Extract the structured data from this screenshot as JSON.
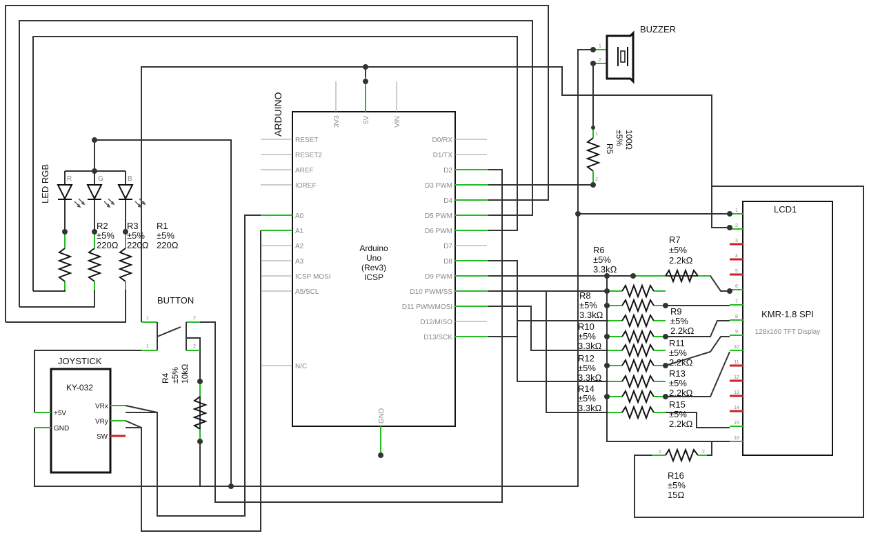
{
  "arduino": {
    "title": "ARDUINO",
    "name_line1": "Arduino",
    "name_line2": "Uno",
    "name_line3": "(Rev3)",
    "name_line4": "ICSP",
    "top_pins": [
      "3V3",
      "5V",
      "VIN"
    ],
    "left_pins": [
      "RESET",
      "RESET2",
      "AREF",
      "IOREF",
      "A0",
      "A1",
      "A2",
      "A3",
      "ICSP MOSI",
      "A5/SCL",
      "N/C"
    ],
    "right_pins": [
      "D0/RX",
      "D1/TX",
      "D2",
      "D3 PWM",
      "D4",
      "D5 PWM",
      "D6 PWM",
      "D7",
      "D8",
      "D9 PWM",
      "D10 PWM/SS",
      "D11 PWM/MOSI",
      "D12/MISO",
      "D13/SCK"
    ],
    "bottom_pin": "GND"
  },
  "buzzer": {
    "title": "BUZZER",
    "pin1": "1",
    "pin2": "2"
  },
  "led": {
    "title": "LED RGB",
    "channels": [
      "R",
      "G",
      "B"
    ]
  },
  "button": {
    "title": "BUTTON",
    "pin1a": "1",
    "pin1b": "1",
    "pin2a": "2",
    "pin2b": "2"
  },
  "joystick": {
    "title": "JOYSTICK",
    "model": "KY-032",
    "pins": [
      "+5V",
      "GND",
      "VRx",
      "VRy",
      "SW"
    ]
  },
  "lcd": {
    "title": "LCD1",
    "model": "KMR-1.8 SPI",
    "subtitle": "128x160 TFT Display",
    "pins": [
      "1",
      "2",
      "3",
      "4",
      "5",
      "6",
      "7",
      "8",
      "9",
      "10",
      "11",
      "12",
      "13",
      "14",
      "15",
      "16"
    ]
  },
  "resistors": {
    "r1": {
      "name": "R1",
      "tol": "±5%",
      "value": "220Ω"
    },
    "r2": {
      "name": "R2",
      "tol": "±5%",
      "value": "220Ω"
    },
    "r3": {
      "name": "R3",
      "tol": "±5%",
      "value": "220Ω"
    },
    "r4": {
      "name": "R4",
      "tol": "±5%",
      "value": "10kΩ"
    },
    "r5": {
      "name": "R5",
      "tol": "±5%",
      "value": "100Ω"
    },
    "r6": {
      "name": "R6",
      "tol": "±5%",
      "value": "3.3kΩ"
    },
    "r7": {
      "name": "R7",
      "tol": "±5%",
      "value": "2.2kΩ"
    },
    "r8": {
      "name": "R8",
      "tol": "±5%",
      "value": "3.3kΩ"
    },
    "r9": {
      "name": "R9",
      "tol": "±5%",
      "value": "2.2kΩ"
    },
    "r10": {
      "name": "R10",
      "tol": "±5%",
      "value": "3.3kΩ"
    },
    "r11": {
      "name": "R11",
      "tol": "±5%",
      "value": "2.2kΩ"
    },
    "r12": {
      "name": "R12",
      "tol": "±5%",
      "value": "3.3kΩ"
    },
    "r13": {
      "name": "R13",
      "tol": "±5%",
      "value": "2.2kΩ"
    },
    "r14": {
      "name": "R14",
      "tol": "±5%",
      "value": "3.3kΩ"
    },
    "r15": {
      "name": "R15",
      "tol": "±5%",
      "value": "2.2kΩ"
    },
    "r16": {
      "name": "R16",
      "tol": "±5%",
      "value": "15Ω"
    }
  },
  "pin_numbers": {
    "one": "1",
    "two": "2"
  }
}
